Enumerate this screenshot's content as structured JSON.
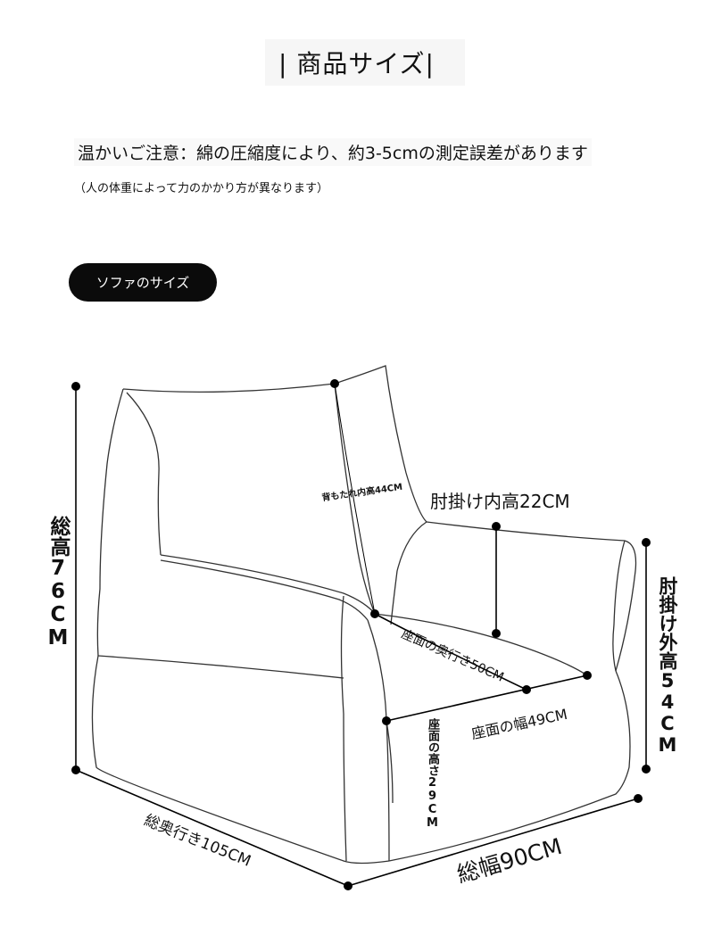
{
  "header": {
    "title": "| 商品サイズ|"
  },
  "note": {
    "main": "温かいご注意：綿の圧縮度により、約3-5cmの測定誤差があります",
    "sub": "（人の体重によって力のかかり方が異なります）"
  },
  "section_label": "ソファのサイズ",
  "dimensions": {
    "total_height": "総高76CM",
    "backrest_inner_height": "背もたれ内高44CM",
    "armrest_inner_height": "肘掛け内高22CM",
    "seat_depth": "座面の奥行き50CM",
    "seat_width": "座面の幅49CM",
    "seat_height": "座面の高さ29CM",
    "armrest_outer_height": "肘掛け外高54CM",
    "total_depth": "総奥行き105CM",
    "total_width": "総幅90CM"
  }
}
